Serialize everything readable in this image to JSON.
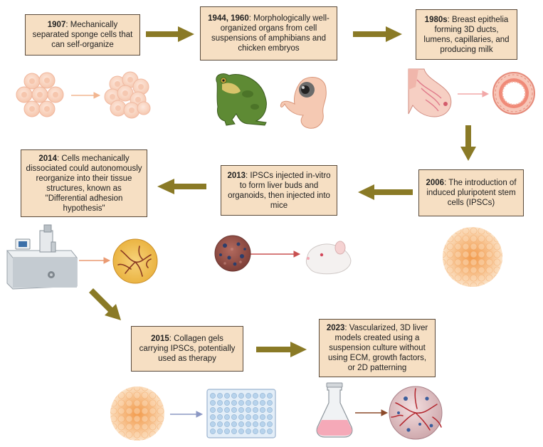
{
  "colors": {
    "box_fill": "#f6dfc3",
    "box_border": "#5a4a3a",
    "main_arrow": "#8a7a26"
  },
  "timeline": [
    {
      "year": "1907",
      "text": ": Mechanically separated sponge cells that can self-organize"
    },
    {
      "year": "1944, 1960",
      "text": ": Morphologically well-organized organs from cell suspensions of amphibians and chicken embryos"
    },
    {
      "year": "1980s",
      "text": ": Breast epithelia forming 3D ducts, lumens, capillaries, and producing milk"
    },
    {
      "year": "2006",
      "text": ": The introduction of induced pluripotent stem cells (IPSCs)"
    },
    {
      "year": "2013",
      "text": ": IPSCs injected in-vitro to form liver buds and organoids, then injected into mice"
    },
    {
      "year": "2014",
      "text": ": Cells mechanically dissociated could autonomously reorganize into their tissue structures, known as \"Differential adhesion hypothesis\""
    },
    {
      "year": "2015",
      "text": ": Collagen gels carrying IPSCs, potentially used as therapy"
    },
    {
      "year": "2023",
      "text": ": Vascularized, 3D liver models created using a suspension culture without using ECM, growth factors, or 2D patterning"
    }
  ],
  "icons": [
    "sponge-cells-icon",
    "aggregated-cells-icon",
    "frog-icon",
    "chicken-embryo-icon",
    "breast-icon",
    "duct-cross-section-icon",
    "ipsc-colony-icon",
    "liver-organoid-icon",
    "mouse-icon",
    "bioreactor-machine-icon",
    "vascular-spheroid-icon",
    "cell-aggregate-icon",
    "well-plate-icon",
    "flask-icon",
    "vascularized-liver-icon"
  ]
}
